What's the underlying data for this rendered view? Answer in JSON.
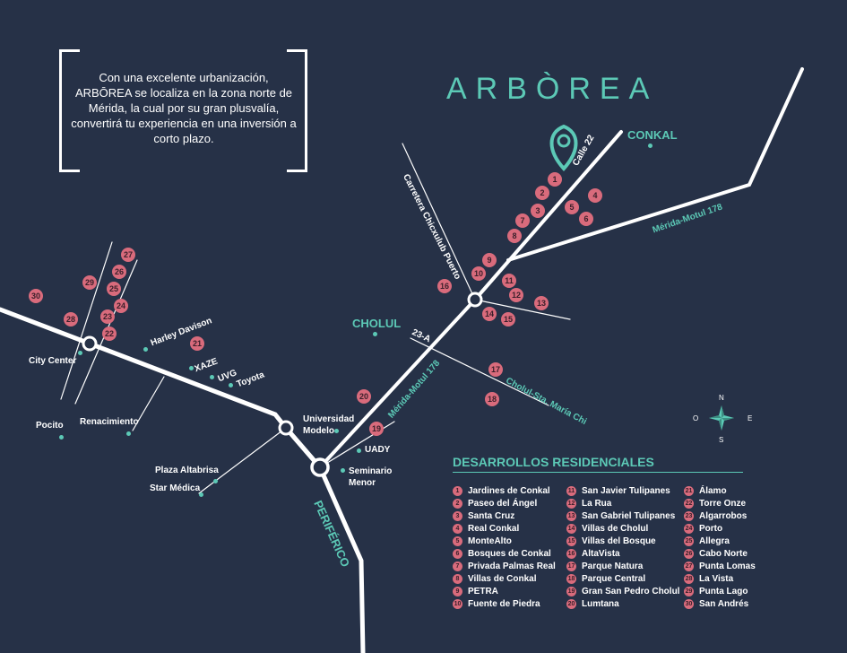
{
  "intro_text": "Con una excelente urbanización, ARBŌREA se localiza en la zona norte de Mérida, la cual por su gran plusvalía, convertirá tu experiencia en una inversión a corto plazo.",
  "brand": "ARBÒREA",
  "towns": {
    "conkal": "CONKAL",
    "cholul": "CHOLUL"
  },
  "roads": {
    "calle22": "Calle 22",
    "merida_motul_ne": "Mérida-Motul 178",
    "merida_motul_mid": "Mérida-Motul 178",
    "chicxulub": "Carretera Chicxulub Puerto",
    "calle23a": "23-A",
    "cholul_sta": "Cholul-Sta. María Chi",
    "periferico": "PERIFÉRICO"
  },
  "landmarks": {
    "city_center": "City Center",
    "harley": "Harley Davison",
    "xaze": "XAZE",
    "uvg": "UVG",
    "toyota": "Toyota",
    "pocito": "Pocito",
    "renacimiento": "Renacimiento",
    "plaza_altabrisa": "Plaza Altabrisa",
    "star_medica": "Star Médica",
    "univ_modelo_1": "Universidad",
    "univ_modelo_2": "Modelo",
    "uady": "UADY",
    "seminario_1": "Seminario",
    "seminario_2": "Menor"
  },
  "compass": {
    "n": "N",
    "s": "S",
    "e": "E",
    "o": "O"
  },
  "colors": {
    "background": "#263147",
    "teal": "#5cc9b6",
    "badge": "#d96b7c",
    "road": "#ffffff"
  },
  "markers": [
    "1",
    "2",
    "3",
    "4",
    "5",
    "6",
    "7",
    "8",
    "9",
    "10",
    "11",
    "12",
    "13",
    "14",
    "15",
    "16",
    "17",
    "18",
    "19",
    "20",
    "21",
    "22",
    "23",
    "24",
    "25",
    "26",
    "27",
    "28",
    "29",
    "30"
  ],
  "legend": {
    "title": "DESARROLLOS RESIDENCIALES",
    "items": [
      {
        "num": "1",
        "name": "Jardines de Conkal"
      },
      {
        "num": "2",
        "name": "Paseo del Ángel"
      },
      {
        "num": "3",
        "name": "Santa Cruz"
      },
      {
        "num": "4",
        "name": "Real Conkal"
      },
      {
        "num": "5",
        "name": "MonteAlto"
      },
      {
        "num": "6",
        "name": "Bosques de Conkal"
      },
      {
        "num": "7",
        "name": "Privada Palmas Real"
      },
      {
        "num": "8",
        "name": "Villas de Conkal"
      },
      {
        "num": "9",
        "name": "PETRA"
      },
      {
        "num": "10",
        "name": "Fuente de Piedra"
      },
      {
        "num": "11",
        "name": "San Javier Tulipanes"
      },
      {
        "num": "12",
        "name": "La Rua"
      },
      {
        "num": "13",
        "name": "San Gabriel Tulipanes"
      },
      {
        "num": "14",
        "name": "Villas de Cholul"
      },
      {
        "num": "15",
        "name": "Villas del Bosque"
      },
      {
        "num": "16",
        "name": "AltaVista"
      },
      {
        "num": "17",
        "name": "Parque Natura"
      },
      {
        "num": "18",
        "name": "Parque Central"
      },
      {
        "num": "19",
        "name": "Gran San Pedro Cholul"
      },
      {
        "num": "20",
        "name": "Lumtana"
      },
      {
        "num": "21",
        "name": "Álamo"
      },
      {
        "num": "22",
        "name": "Torre Onze"
      },
      {
        "num": "23",
        "name": "Algarrobos"
      },
      {
        "num": "24",
        "name": "Porto"
      },
      {
        "num": "25",
        "name": "Allegra"
      },
      {
        "num": "26",
        "name": "Cabo Norte"
      },
      {
        "num": "27",
        "name": "Punta Lomas"
      },
      {
        "num": "28",
        "name": "La Vista"
      },
      {
        "num": "29",
        "name": "Punta Lago"
      },
      {
        "num": "30",
        "name": "San Andrés"
      }
    ]
  }
}
